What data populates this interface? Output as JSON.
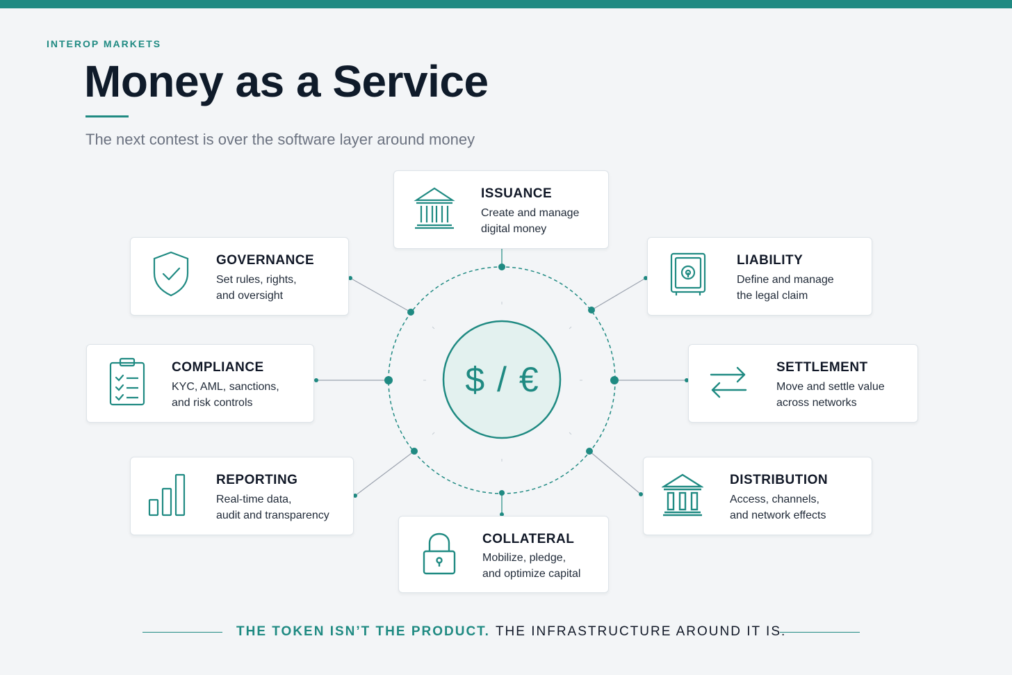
{
  "brand": "INTEROP MARKETS",
  "title": "Money as a Service",
  "subtitle": "The next contest is over the software layer around money",
  "center": {
    "label": "$ / €"
  },
  "cards": {
    "issuance": {
      "title": "ISSUANCE",
      "line1": "Create and manage",
      "line2": "digital money",
      "icon": "bank-icon"
    },
    "governance": {
      "title": "GOVERNANCE",
      "line1": "Set rules, rights,",
      "line2": "and oversight",
      "icon": "shield-check-icon"
    },
    "liability": {
      "title": "LIABILITY",
      "line1": "Define and manage",
      "line2": "the legal claim",
      "icon": "safe-icon"
    },
    "compliance": {
      "title": "COMPLIANCE",
      "line1": "KYC, AML, sanctions,",
      "line2": "and risk controls",
      "icon": "clipboard-checklist-icon"
    },
    "settlement": {
      "title": "SETTLEMENT",
      "line1": "Move and settle value",
      "line2": "across networks",
      "icon": "arrows-exchange-icon"
    },
    "reporting": {
      "title": "REPORTING",
      "line1": "Real-time data,",
      "line2": "audit and transparency",
      "icon": "bar-chart-icon"
    },
    "distribution": {
      "title": "DISTRIBUTION",
      "line1": "Access, channels,",
      "line2": "and network effects",
      "icon": "institution-icon"
    },
    "collateral": {
      "title": "COLLATERAL",
      "line1": "Mobilize, pledge,",
      "line2": "and optimize capital",
      "icon": "padlock-icon"
    }
  },
  "footer": {
    "accent": "THE TOKEN ISN’T THE PRODUCT.",
    "rest": "THE INFRASTRUCTURE AROUND IT IS."
  },
  "colors": {
    "accent": "#1f8a82",
    "center_fill": "#e3f1ef",
    "text": "#111827",
    "muted": "#6b7280"
  }
}
